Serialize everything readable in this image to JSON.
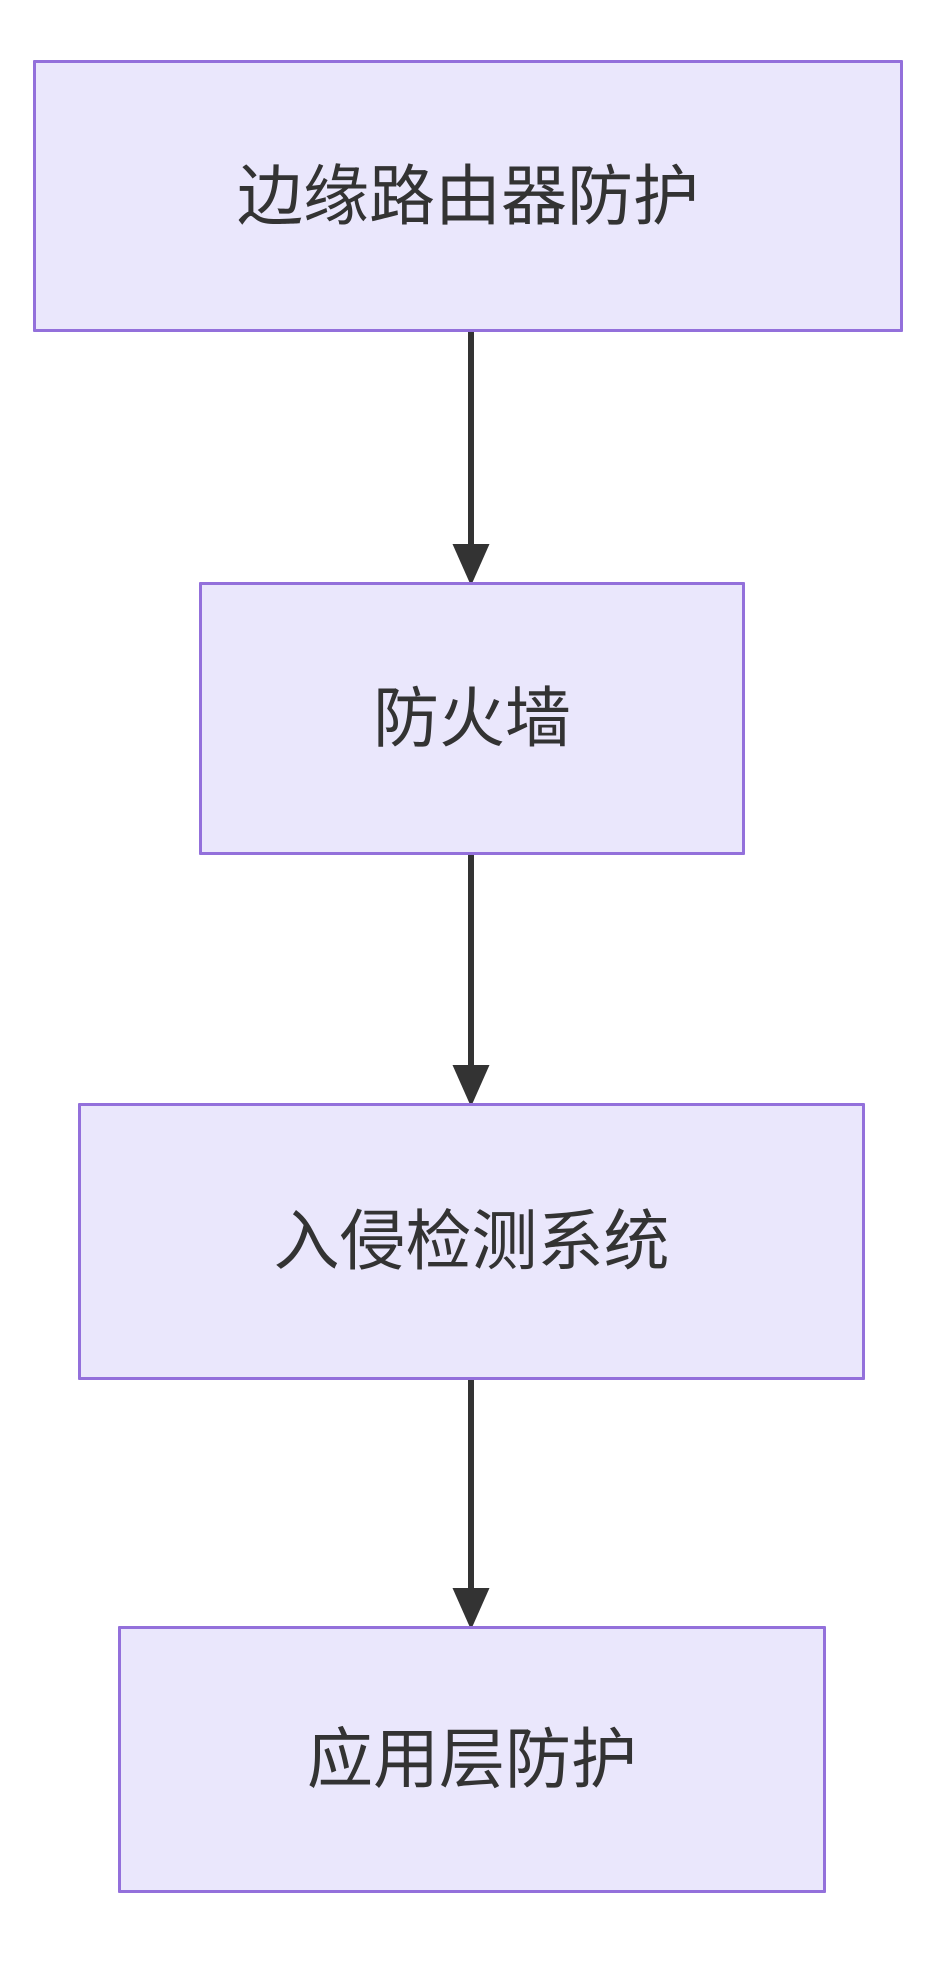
{
  "diagram": {
    "type": "flowchart",
    "direction": "top-to-bottom",
    "title": "",
    "colors": {
      "node_fill": "#eae7fc",
      "node_border": "#9370db",
      "node_text": "#333333",
      "edge_stroke": "#333333",
      "background": "#ffffff"
    },
    "nodes": [
      {
        "id": "edge-router",
        "label": "边缘路由器防护"
      },
      {
        "id": "firewall",
        "label": "防火墙"
      },
      {
        "id": "ids",
        "label": "入侵检测系统"
      },
      {
        "id": "app-layer",
        "label": "应用层防护"
      }
    ],
    "edges": [
      {
        "id": "edge-1",
        "from": "edge-router",
        "to": "firewall",
        "label": "",
        "arrowhead": "triangle"
      },
      {
        "id": "edge-2",
        "from": "firewall",
        "to": "ids",
        "label": "",
        "arrowhead": "triangle"
      },
      {
        "id": "edge-3",
        "from": "ids",
        "to": "app-layer",
        "label": "",
        "arrowhead": "triangle"
      }
    ]
  }
}
